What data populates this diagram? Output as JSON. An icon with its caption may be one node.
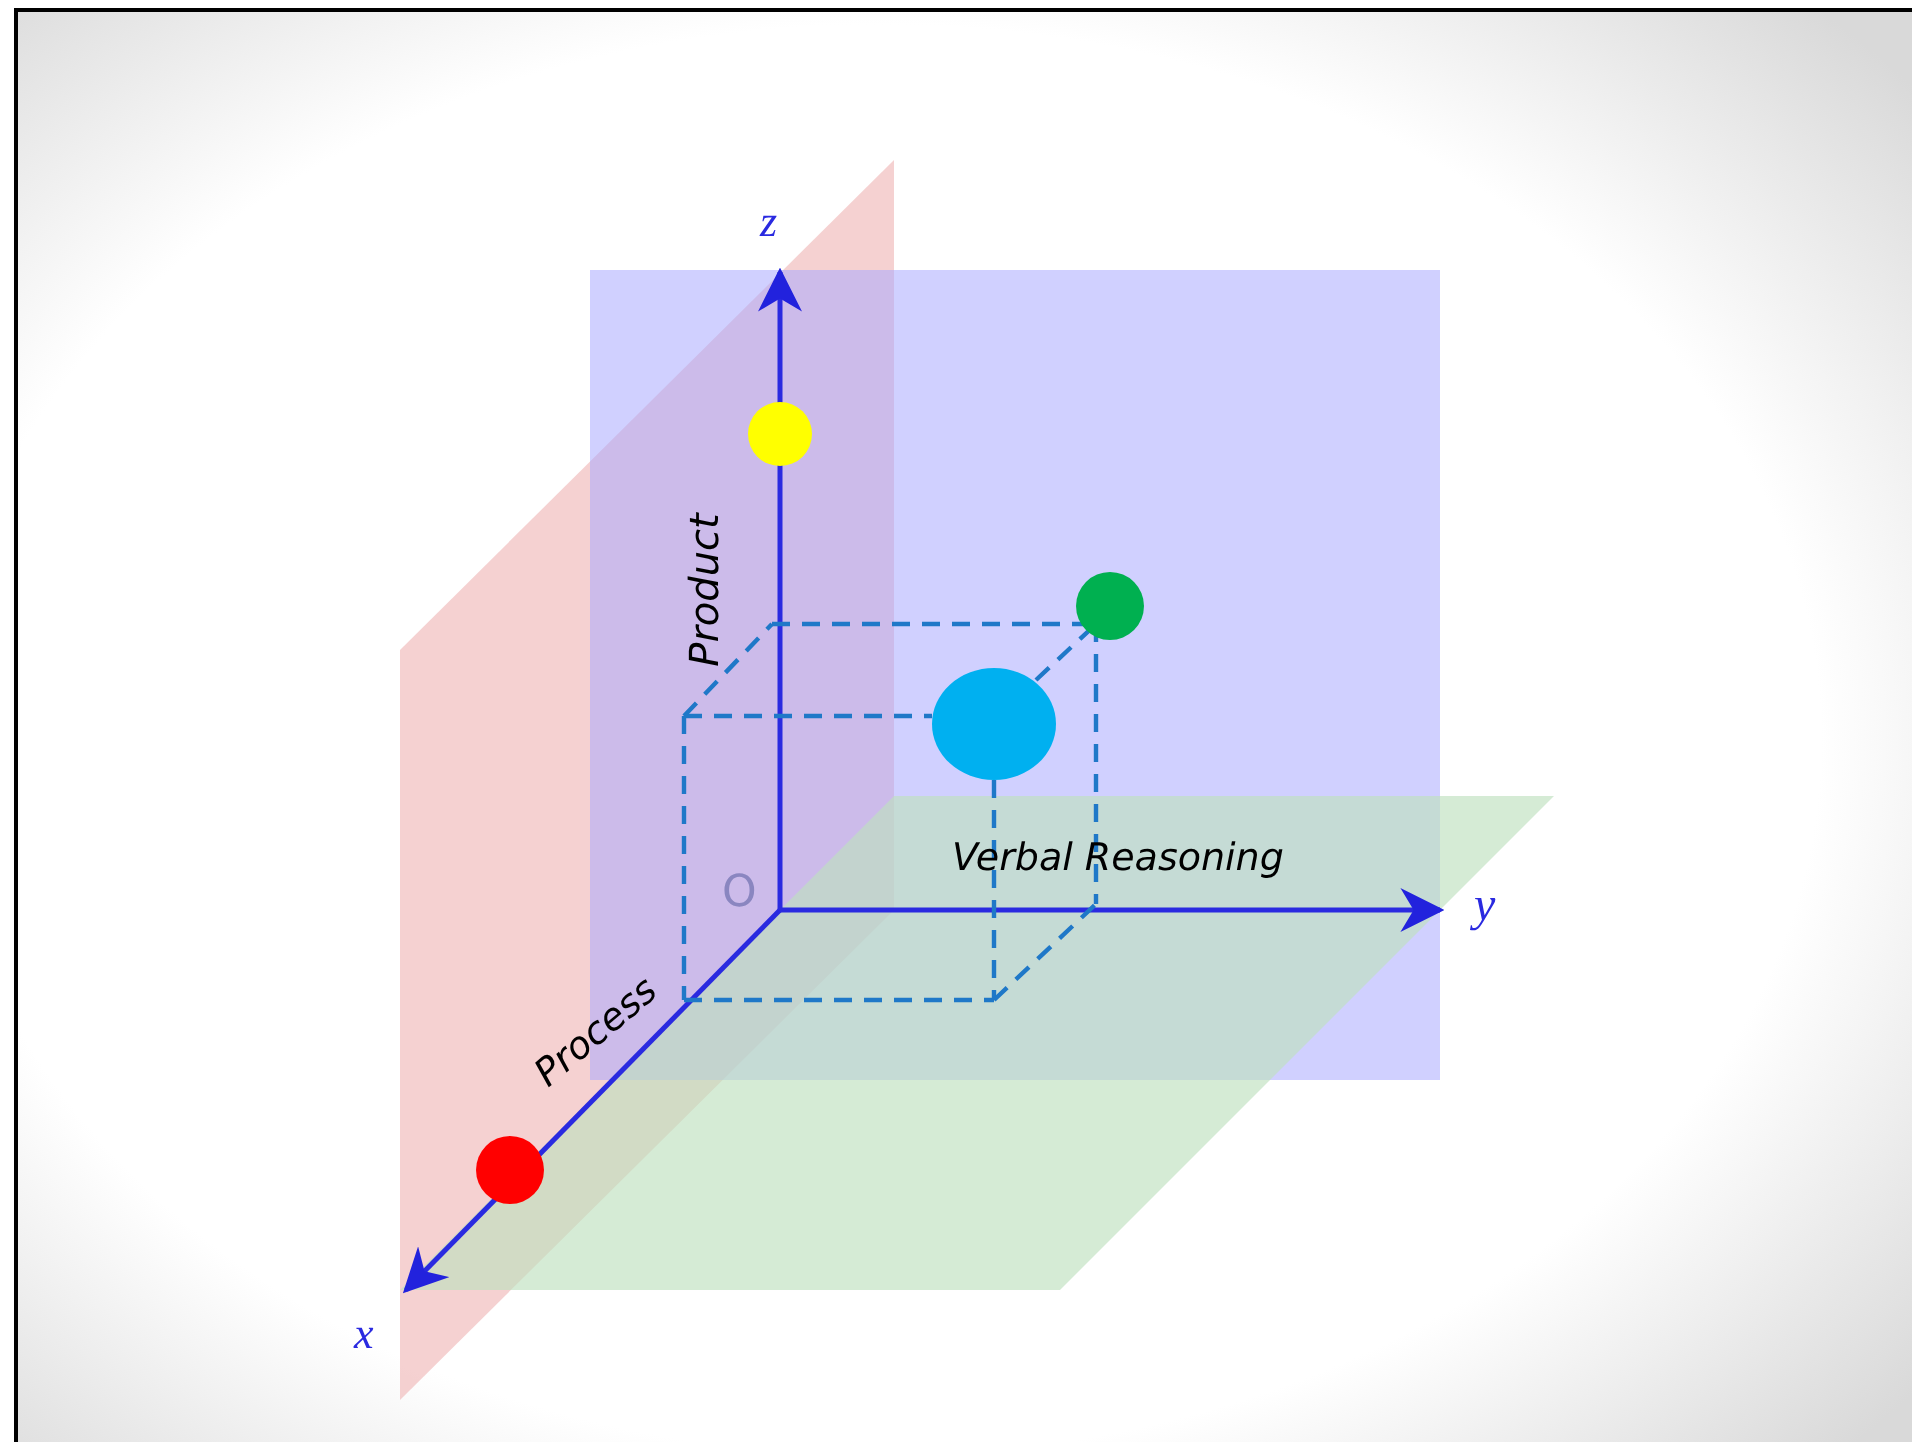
{
  "diagram": {
    "labels": [
      "z",
      "Product",
      "O",
      "Verbal Reasoning",
      "y",
      "Process",
      "x"
    ]
  }
}
